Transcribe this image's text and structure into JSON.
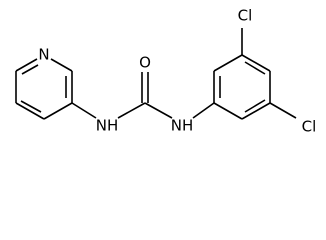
{
  "molecule": {
    "name": "",
    "atoms": {
      "pyridine_n": "N",
      "urea_o": "O",
      "nh_left": "NH",
      "nh_right": "NH",
      "cl_top": "Cl",
      "cl_bottom": "Cl"
    }
  }
}
